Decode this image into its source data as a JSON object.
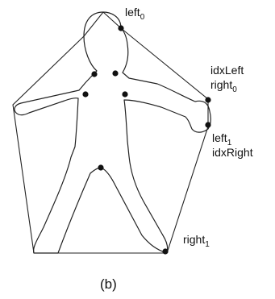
{
  "figure": {
    "caption": "(b)",
    "labels": {
      "left0": {
        "base": "left",
        "sub": "0"
      },
      "idxLeft": "idxLeft",
      "right0": {
        "base": "right",
        "sub": "0"
      },
      "left1": {
        "base": "left",
        "sub": "1"
      },
      "idxRight": "idxRight",
      "right1": {
        "base": "right",
        "sub": "1"
      }
    }
  }
}
